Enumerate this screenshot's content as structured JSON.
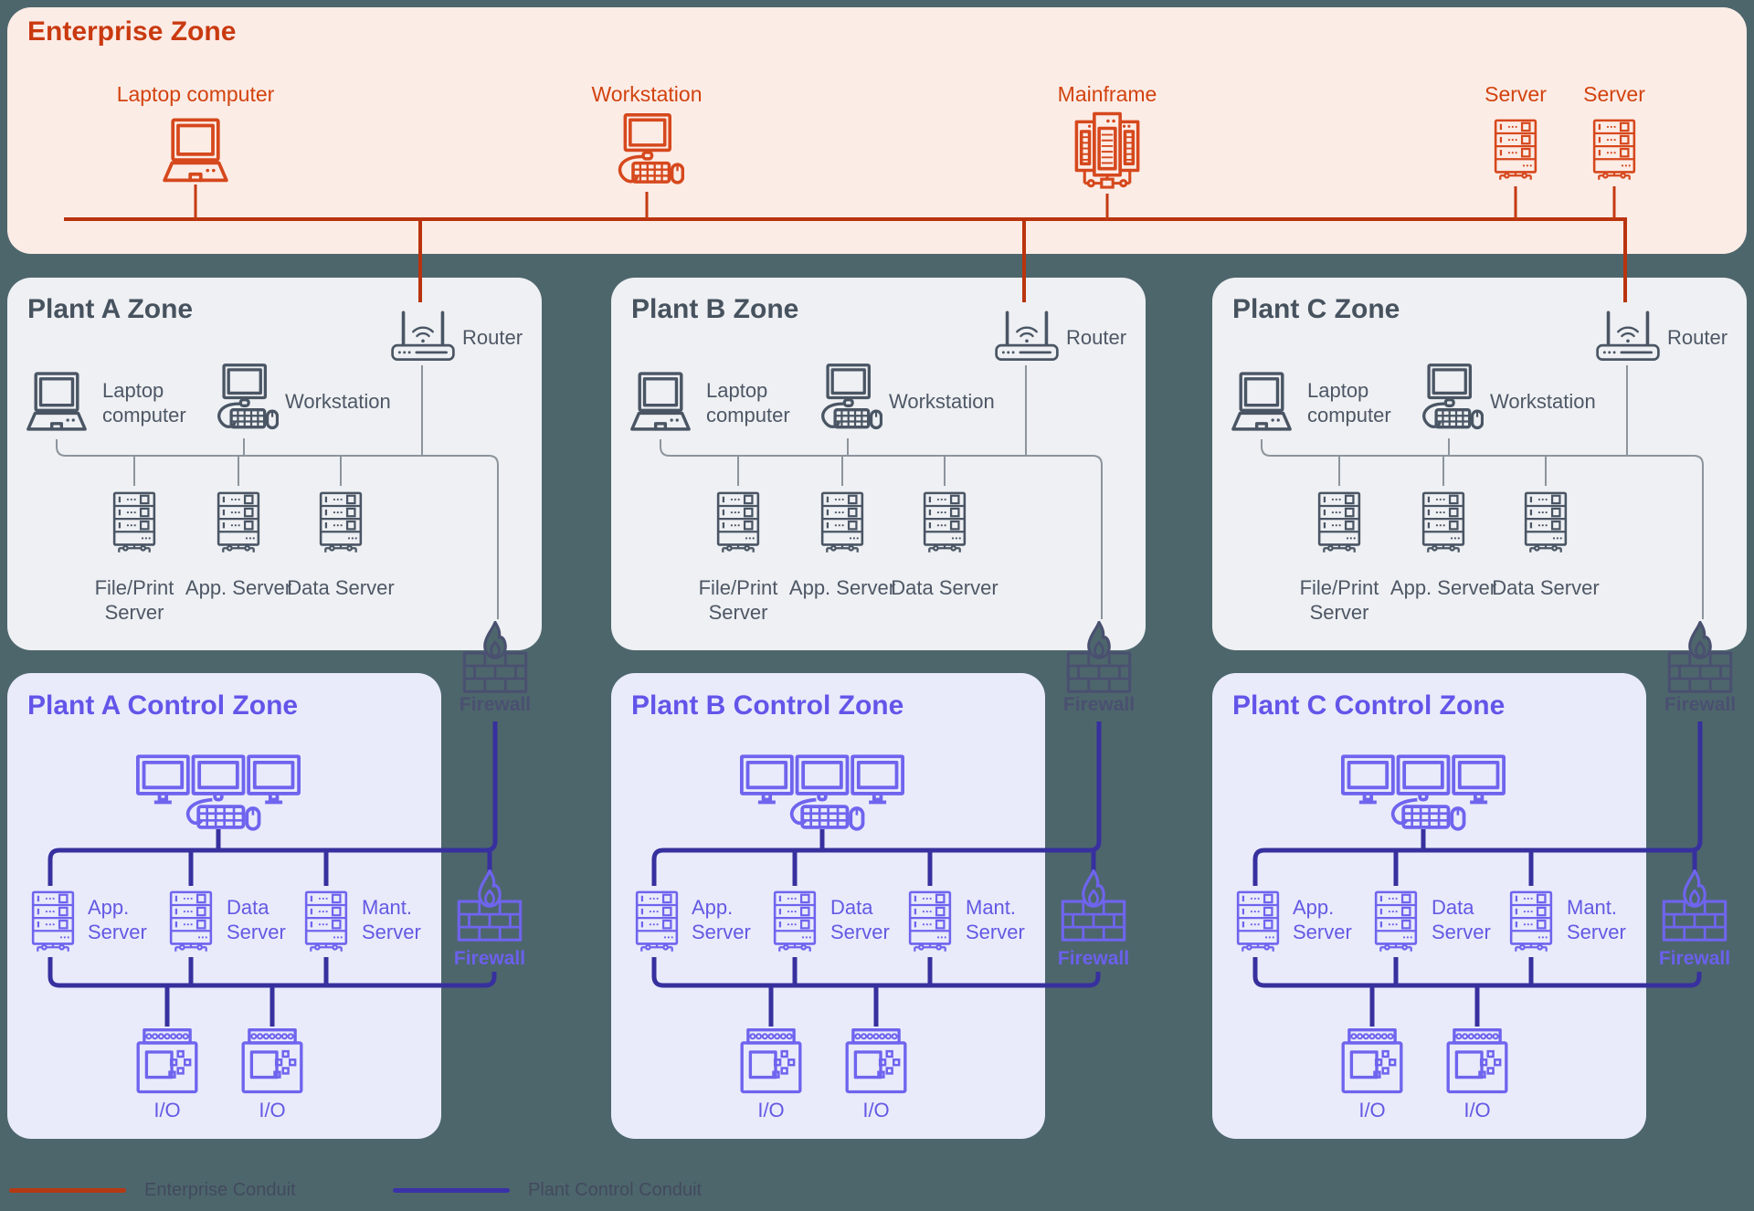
{
  "colors": {
    "background": "#4d666c",
    "enterprise_zone_bg": "#fcece6",
    "enterprise_accent": "#d2430f",
    "enterprise_conduit": "#b9340e",
    "plant_zone_bg": "#eef0f3",
    "plant_accent": "#4a5564",
    "control_zone_bg": "#e9ebfb",
    "control_accent": "#6f64ee",
    "plant_control_conduit": "#37309e",
    "interzone_firewall": "#4a5070"
  },
  "enterprise": {
    "title": "Enterprise Zone",
    "devices": [
      {
        "icon": "laptop",
        "label": "Laptop computer"
      },
      {
        "icon": "workstation",
        "label": "Workstation"
      },
      {
        "icon": "mainframe",
        "label": "Mainframe"
      },
      {
        "icon": "server",
        "label": "Server"
      },
      {
        "icon": "server",
        "label": "Server"
      }
    ]
  },
  "plants": [
    {
      "zone_title": "Plant A Zone",
      "router_label": "Router",
      "laptop_label": "Laptop computer",
      "workstation_label": "Workstation",
      "server_labels": [
        "File/Print Server",
        "App. Server",
        "Data Server"
      ],
      "zone_firewall_label": "Firewall",
      "control_title": "Plant A Control Zone",
      "control_server_labels": [
        "App. Server",
        "Data Server",
        "Mant. Server"
      ],
      "control_firewall_label": "Firewall",
      "io_labels": [
        "I/O",
        "I/O"
      ]
    },
    {
      "zone_title": "Plant B Zone",
      "router_label": "Router",
      "laptop_label": "Laptop computer",
      "workstation_label": "Workstation",
      "server_labels": [
        "File/Print Server",
        "App. Server",
        "Data Server"
      ],
      "zone_firewall_label": "Firewall",
      "control_title": "Plant B Control Zone",
      "control_server_labels": [
        "App. Server",
        "Data Server",
        "Mant. Server"
      ],
      "control_firewall_label": "Firewall",
      "io_labels": [
        "I/O",
        "I/O"
      ]
    },
    {
      "zone_title": "Plant C Zone",
      "router_label": "Router",
      "laptop_label": "Laptop computer",
      "workstation_label": "Workstation",
      "server_labels": [
        "File/Print Server",
        "App. Server",
        "Data Server"
      ],
      "zone_firewall_label": "Firewall",
      "control_title": "Plant C Control Zone",
      "control_server_labels": [
        "App. Server",
        "Data Server",
        "Mant. Server"
      ],
      "control_firewall_label": "Firewall",
      "io_labels": [
        "I/O",
        "I/O"
      ]
    }
  ],
  "legend": [
    {
      "label": "Enterprise Conduit",
      "color": "#b43a15"
    },
    {
      "label": "Plant Control Conduit",
      "color": "#3a32a8"
    }
  ]
}
